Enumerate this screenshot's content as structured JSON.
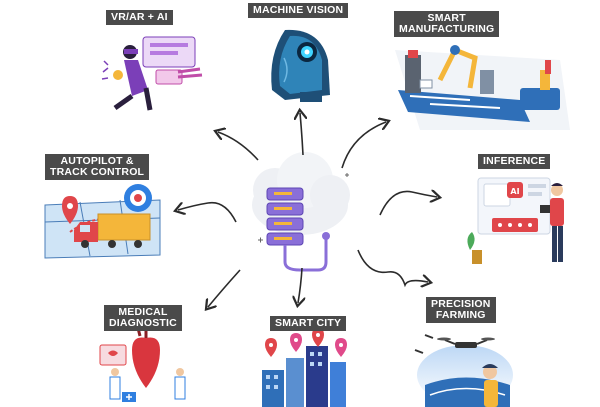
{
  "colors": {
    "label_bg": "#4a4a4a",
    "label_text": "#ffffff",
    "arrow": "#2b2b2b",
    "cloud": "#eef0f4",
    "server": "#8a6fd8",
    "server_dark": "#5d46b3",
    "accent_yellow": "#f4b63a",
    "accent_blue": "#2f7fe0",
    "accent_red": "#e0464a"
  },
  "center": {
    "icon": "cloud-server-icon"
  },
  "nodes": [
    {
      "id": "vr-ar-ai",
      "lines": [
        "VR/AR + AI"
      ],
      "icon": "vr-headset-person-icon"
    },
    {
      "id": "machine-vision",
      "lines": [
        "MACHINE VISION"
      ],
      "icon": "robot-head-icon"
    },
    {
      "id": "smart-manufacturing",
      "lines": [
        "SMART",
        "MANUFACTURING"
      ],
      "icon": "factory-robot-arm-icon"
    },
    {
      "id": "autopilot",
      "lines": [
        "AUTOPILOT &",
        "TRACK CONTROL"
      ],
      "icon": "delivery-truck-map-icon"
    },
    {
      "id": "inference",
      "lines": [
        "INFERENCE"
      ],
      "icon": "ai-dashboard-person-icon"
    },
    {
      "id": "medical",
      "lines": [
        "MEDICAL",
        "DIAGNOSTIC"
      ],
      "icon": "heart-doctors-icon"
    },
    {
      "id": "smart-city",
      "lines": [
        "SMART CITY"
      ],
      "icon": "city-buildings-pins-icon"
    },
    {
      "id": "precision-farming",
      "lines": [
        "PRECISION",
        "FARMING"
      ],
      "icon": "drone-farmer-icon"
    }
  ]
}
